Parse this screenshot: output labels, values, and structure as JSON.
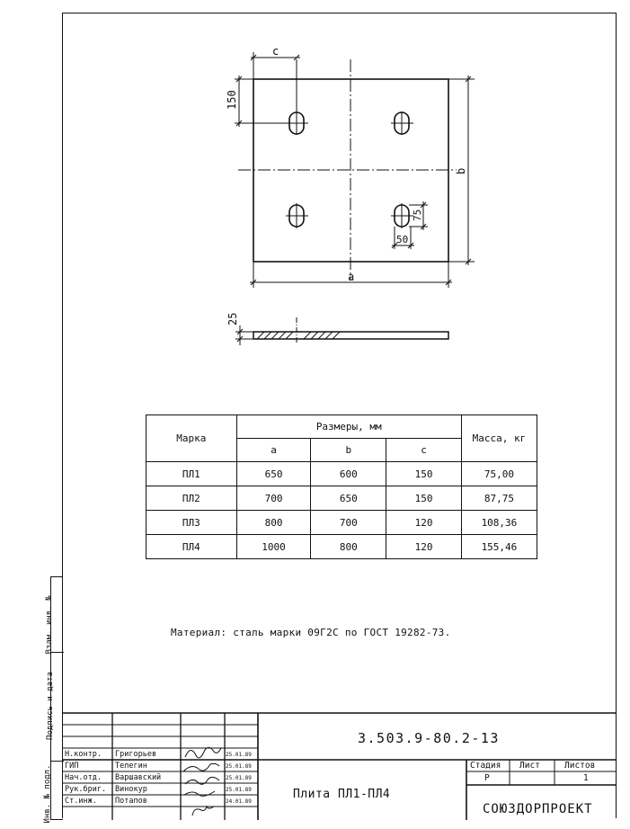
{
  "drawing": {
    "dim_c": "c",
    "dim_150": "150",
    "dim_b": "b",
    "dim_a": "a",
    "dim_75": "75",
    "dim_50": "50",
    "dim_25": "25"
  },
  "table": {
    "header_marka": "Марка",
    "header_dims": "Размеры, мм",
    "header_mass": "Масса, кг",
    "col_a": "a",
    "col_b": "b",
    "col_c": "c",
    "rows": [
      {
        "marka": "ПЛ1",
        "a": "650",
        "b": "600",
        "c": "150",
        "mass": "75,00"
      },
      {
        "marka": "ПЛ2",
        "a": "700",
        "b": "650",
        "c": "150",
        "mass": "87,75"
      },
      {
        "marka": "ПЛ3",
        "a": "800",
        "b": "700",
        "c": "120",
        "mass": "108,36"
      },
      {
        "marka": "ПЛ4",
        "a": "1000",
        "b": "800",
        "c": "120",
        "mass": "155,46"
      }
    ]
  },
  "material_note": "Материал: сталь марки 09Г2С по ГОСТ 19282-73.",
  "side_stamp": {
    "vzam": "Взам. инв. №",
    "podpis": "Подпись и дата",
    "inv": "Инв. № подл."
  },
  "title_block": {
    "doc_code": "3.503.9-80.2-13",
    "title": "Плита ПЛ1-ПЛ4",
    "org": "СОЮЗДОРПРОЕКТ",
    "stage_label": "Стадия",
    "sheet_label": "Лист",
    "sheets_label": "Листов",
    "stage_value": "Р",
    "sheets_value": "1",
    "people": [
      {
        "role": "Н.контр.",
        "name": "Григорьев",
        "date": "25.01.89"
      },
      {
        "role": "ГИП",
        "name": "Телегин",
        "date": "25.01.89"
      },
      {
        "role": "Нач.отд.",
        "name": "Варшавский",
        "date": "25.01.89"
      },
      {
        "role": "Рук.бриг.",
        "name": "Винокур",
        "date": "25.01.89"
      },
      {
        "role": "Ст.инж.",
        "name": "Потапов",
        "date": "24.01.89"
      }
    ]
  }
}
